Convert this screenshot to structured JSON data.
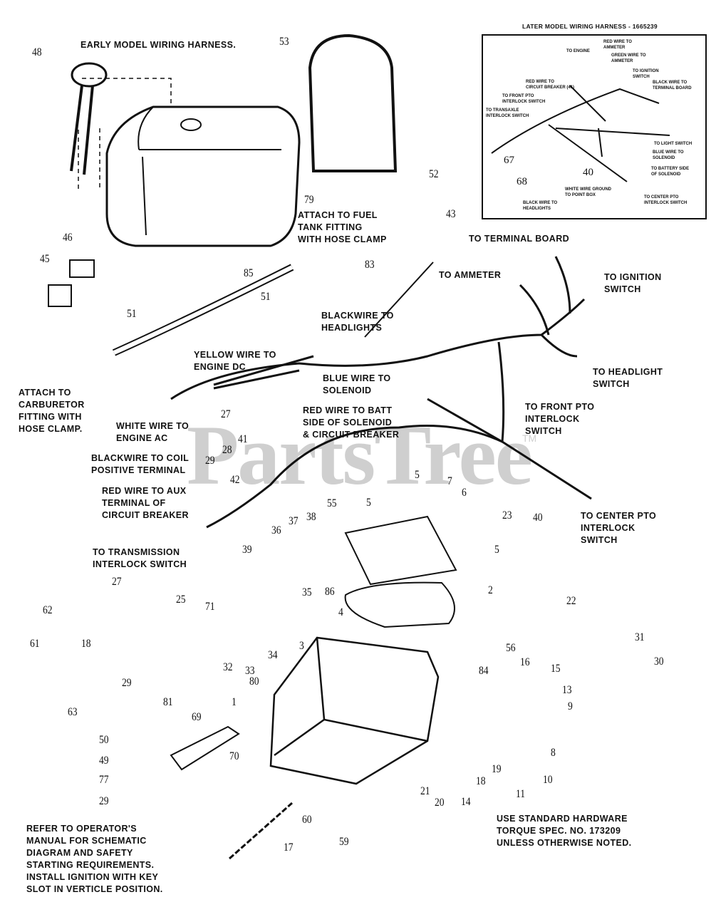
{
  "watermark": "PartsTree",
  "watermark_tm": "TM",
  "inset": {
    "title": "LATER MODEL WIRING HARNESS - 1665239",
    "labels": [
      "TO ENGINE",
      "RED WIRE TO\nAMMETER",
      "GREEN WIRE TO\nAMMETER",
      "TO IGNITION\nSWITCH",
      "BLACK WIRE TO\nTERMINAL BOARD",
      "RED WIRE TO\nCIRCUIT BREAKER (41)",
      "TO FRONT PTO\nINTERLOCK SWITCH",
      "TO TRANSAXLE\nINTERLOCK SWITCH",
      "TO LIGHT SWITCH",
      "BLUE WIRE TO\nSOLENOID",
      "TO BATTERY SIDE\nOF SOLENOID",
      "WHITE WIRE GROUND\nTO POINT BOX",
      "BLACK WIRE TO\nHEADLIGHTS",
      "TO CENTER PTO\nINTERLOCK SWITCH"
    ],
    "callouts": [
      "67",
      "68",
      "40"
    ]
  },
  "notes": [
    "EARLY MODEL WIRING HARNESS.",
    "ATTACH TO FUEL\nTANK FITTING\nWITH HOSE CLAMP",
    "TO TERMINAL BOARD",
    "TO AMMETER",
    "TO IGNITION\nSWITCH",
    "BLACKWIRE TO\nHEADLIGHTS",
    "YELLOW WIRE TO\nENGINE DC",
    "BLUE WIRE TO\nSOLENOID",
    "TO HEADLIGHT\nSWITCH",
    "ATTACH TO\nCARBURETOR\nFITTING WITH\nHOSE CLAMP.",
    "TO FRONT PTO\nINTERLOCK\nSWITCH",
    "RED WIRE TO BATT\nSIDE OF SOLENOID\n& CIRCUIT BREAKER",
    "WHITE WIRE TO\nENGINE AC",
    "BLACKWIRE TO COIL\nPOSITIVE TERMINAL",
    "RED WIRE TO AUX\nTERMINAL OF\nCIRCUIT BREAKER",
    "TO CENTER PTO\nINTERLOCK\nSWITCH",
    "TO TRANSMISSION\nINTERLOCK SWITCH",
    "REFER TO OPERATOR'S\nMANUAL FOR SCHEMATIC\nDIAGRAM AND SAFETY\nSTARTING REQUIREMENTS.\nINSTALL IGNITION WITH KEY\n SLOT IN VERTICLE POSITION.",
    "USE STANDARD HARDWARE\nTORQUE SPEC. NO. 173209\nUNLESS OTHERWISE NOTED."
  ],
  "callouts": [
    "48",
    "53",
    "52",
    "79",
    "46",
    "45",
    "85",
    "51",
    "51",
    "83",
    "43",
    "27",
    "41",
    "28",
    "29",
    "42",
    "5",
    "7",
    "5",
    "6",
    "55",
    "23",
    "5",
    "40",
    "37",
    "38",
    "36",
    "39",
    "27",
    "25",
    "35",
    "71",
    "86",
    "2",
    "22",
    "4",
    "62",
    "18",
    "61",
    "3",
    "56",
    "31",
    "30",
    "32",
    "33",
    "34",
    "29",
    "81",
    "16",
    "15",
    "80",
    "84",
    "13",
    "9",
    "1",
    "63",
    "69",
    "8",
    "50",
    "49",
    "77",
    "29",
    "70",
    "21",
    "20",
    "14",
    "18",
    "19",
    "11",
    "10",
    "60",
    "59",
    "17"
  ]
}
